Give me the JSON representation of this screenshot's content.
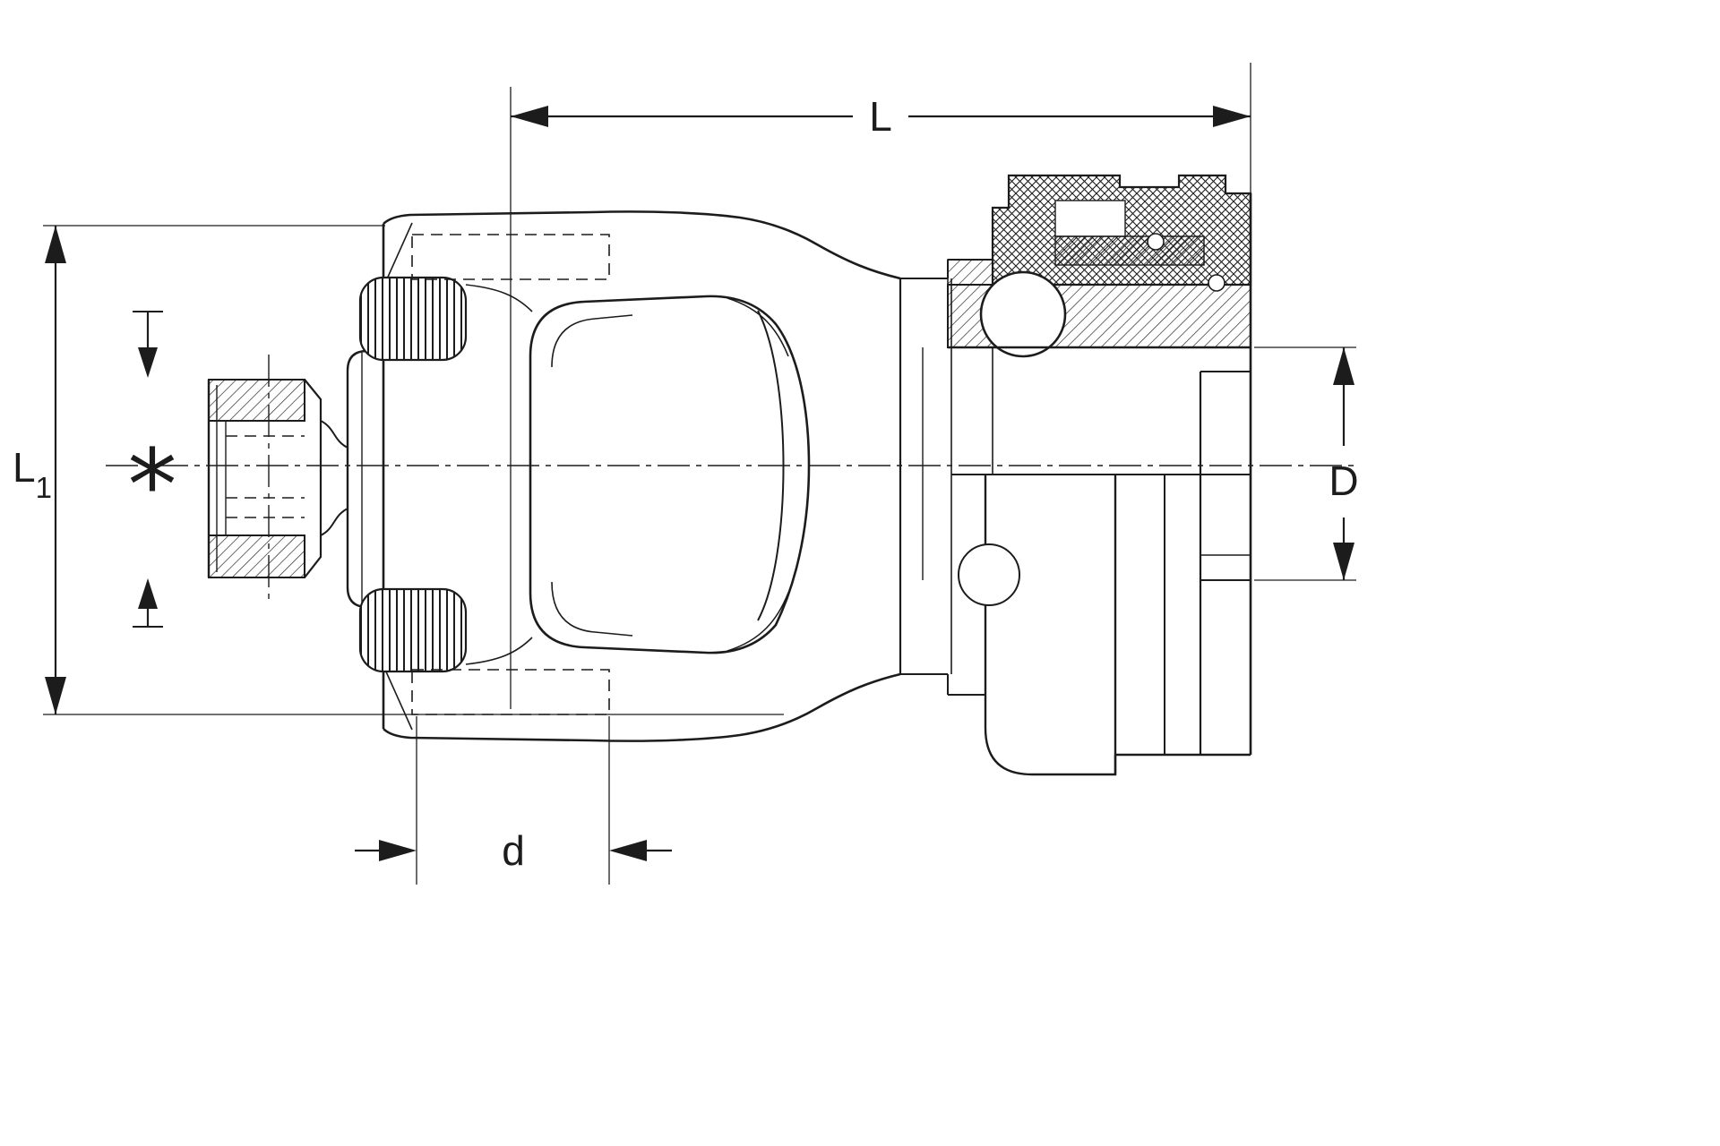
{
  "diagram": {
    "background": "#ffffff",
    "line_color": "#1c1c1c",
    "dimension_labels": {
      "total_length": "L",
      "yoke_length_main": "L",
      "yoke_length_sub": "1",
      "outer_diameter": "D",
      "bearing_diameter": "d",
      "footnote_marker": "*"
    }
  }
}
